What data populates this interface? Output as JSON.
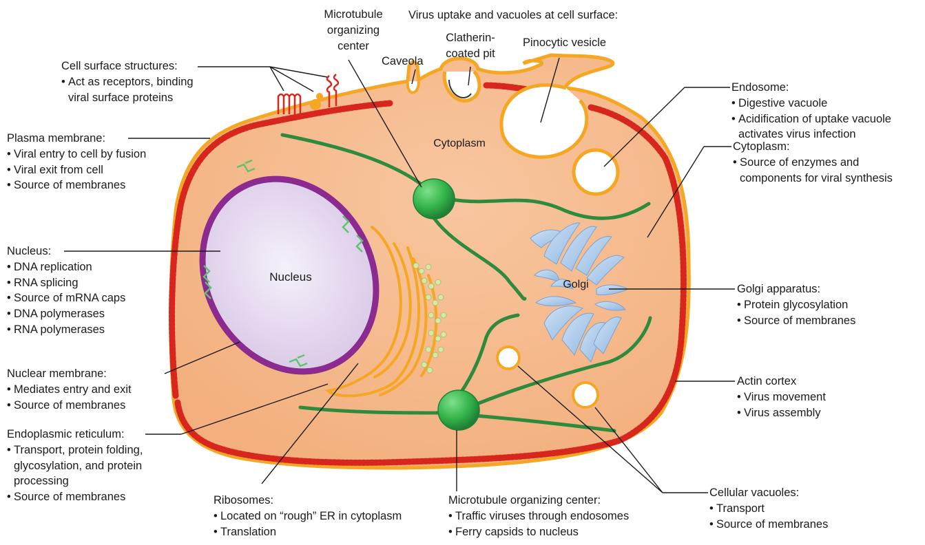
{
  "in_cell": {
    "cytoplasm": "Cytoplasm",
    "nucleus": "Nucleus",
    "golgi": "Golgi"
  },
  "callouts": {
    "mtoc_top": [
      "Microtubule",
      "organizing",
      "center"
    ],
    "virus_uptake": "Virus uptake and vacuoles at cell surface:",
    "caveola": "Caveola",
    "clatherin": [
      "Clatherin-",
      "coated pit"
    ],
    "pinocytic": "Pinocytic vesicle",
    "cell_surface": {
      "title": "Cell surface structures:",
      "items": [
        "Act as receptors, binding",
        "viral surface proteins"
      ]
    },
    "plasma_membrane": {
      "title": "Plasma membrane:",
      "items": [
        "Viral entry to cell by fusion",
        "Viral exit from cell",
        "Source of membranes"
      ]
    },
    "nucleus": {
      "title": "Nucleus:",
      "items": [
        "DNA replication",
        "RNA splicing",
        "Source of mRNA caps",
        "DNA polymerases",
        "RNA polymerases"
      ]
    },
    "nuclear_membrane": {
      "title": "Nuclear membrane:",
      "items": [
        "Mediates entry and exit",
        "Source of membranes"
      ]
    },
    "er": {
      "title": "Endoplasmic reticulum:",
      "items": [
        "Transport, protein folding,",
        "glycosylation, and protein",
        "processing",
        "Source of membranes"
      ]
    },
    "ribosomes": {
      "title": "Ribosomes:",
      "items": [
        "Located on “rough” ER in cytoplasm",
        "Translation"
      ]
    },
    "mtoc_bottom": {
      "title": "Microtubule organizing center:",
      "items": [
        "Traffic viruses through endosomes",
        "Ferry capsids to nucleus"
      ]
    },
    "endosome": {
      "title": "Endosome:",
      "items": [
        "Digestive vacuole",
        "Acidification of uptake vacuole",
        "activates virus infection"
      ]
    },
    "cytoplasm": {
      "title": "Cytoplasm:",
      "items": [
        "Source of enzymes and",
        "components for viral synthesis"
      ]
    },
    "golgi": {
      "title": "Golgi apparatus:",
      "items": [
        "Protein glycosylation",
        "Source of membranes"
      ]
    },
    "actin": {
      "title": "Actin cortex",
      "items": [
        "Virus movement",
        "Virus assembly"
      ]
    },
    "vacuoles": {
      "title": "Cellular vacuoles:",
      "items": [
        "Transport",
        "Source of membranes"
      ]
    }
  },
  "colors": {
    "cytoplasm": "#f6b98a",
    "membrane": "#f5a623",
    "actin": "#d7261e",
    "nucleus_fill": "#ddd0e8",
    "nuclear_envelope": "#8b2a8f",
    "microtubule": "#2e8b3d",
    "mtoc": "#37b24d",
    "golgi": "#9fc3e8"
  }
}
